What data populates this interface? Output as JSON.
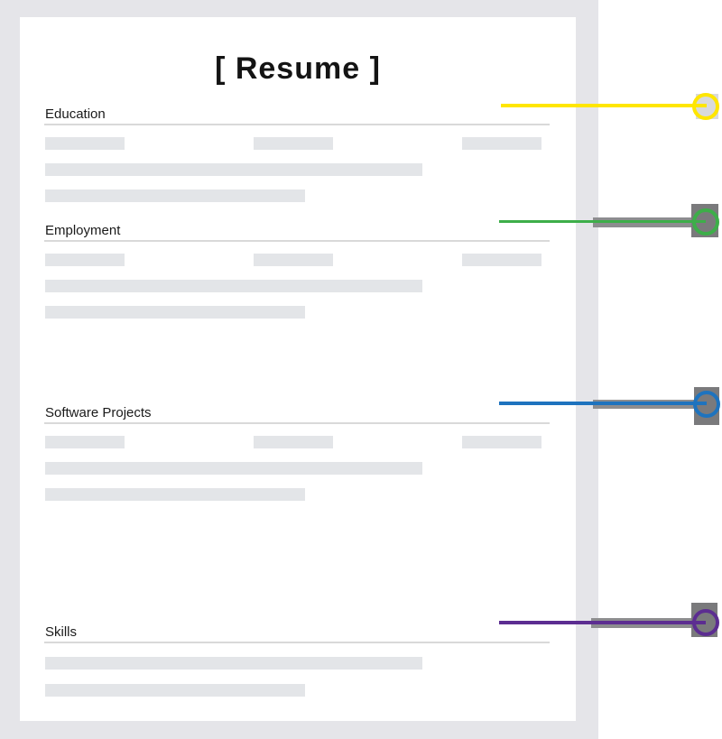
{
  "document": {
    "title": "[ Resume ]",
    "sections": [
      {
        "label": "Education"
      },
      {
        "label": "Employment"
      },
      {
        "label": "Software Projects"
      },
      {
        "label": "Skills"
      }
    ]
  },
  "callouts": [
    {
      "target": "Education",
      "color": "#ffe600"
    },
    {
      "target": "Employment",
      "color": "#3dae49"
    },
    {
      "target": "Software Projects",
      "color": "#1e73be"
    },
    {
      "target": "Skills",
      "color": "#5c2d91"
    }
  ],
  "colors": {
    "backdrop": "#e5e5e9",
    "paper": "#ffffff",
    "placeholder_bar": "#e3e5e8",
    "section_rule": "#d9d9d9",
    "annotation_shadow": "#8d8d8f",
    "text": "#1a1a1a"
  }
}
